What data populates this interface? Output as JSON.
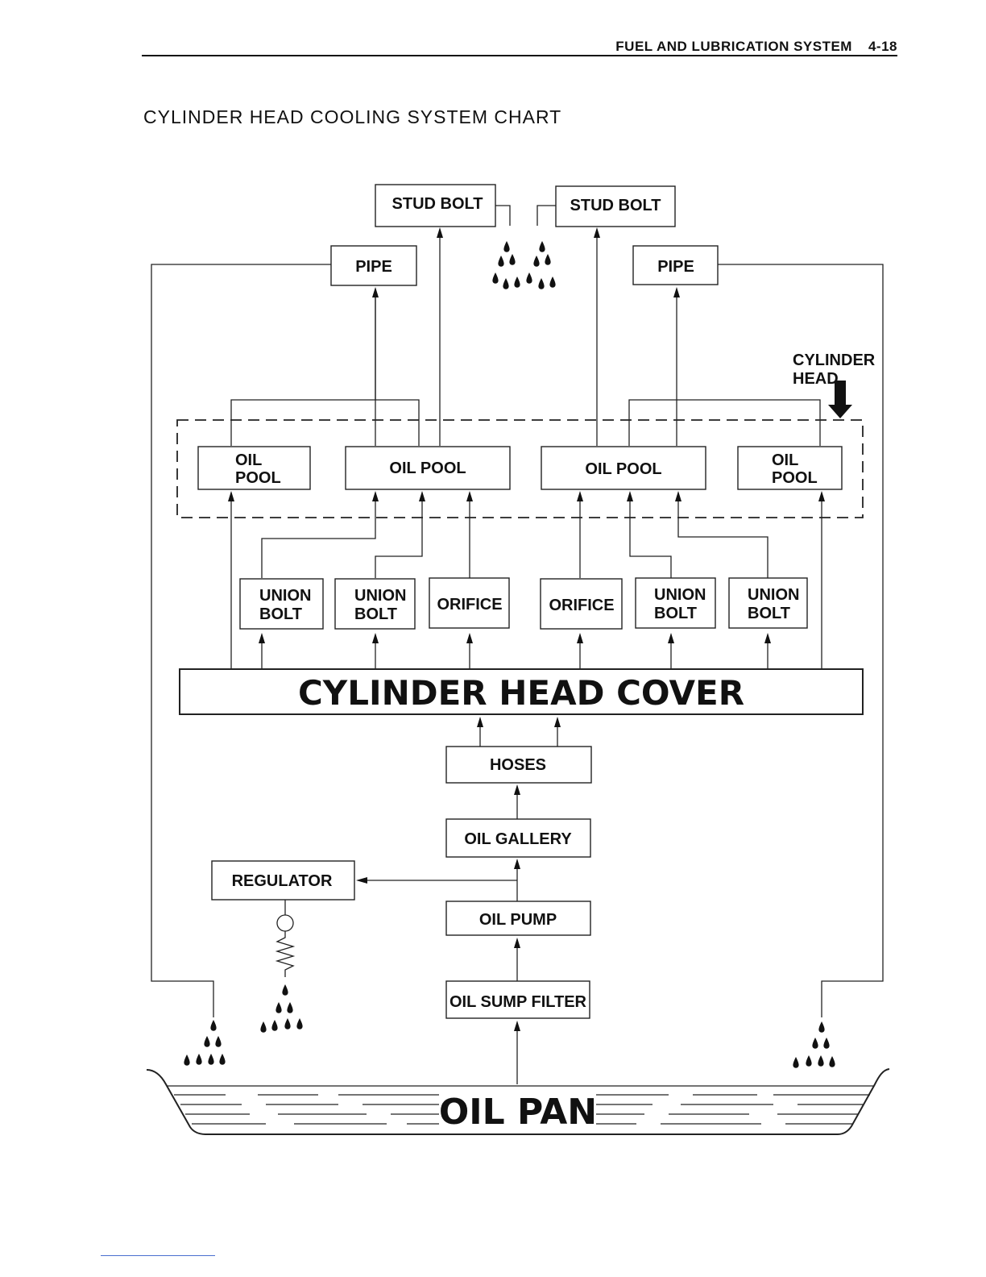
{
  "header": {
    "section": "FUEL AND LUBRICATION SYSTEM",
    "page": "4-18"
  },
  "title": "CYLINDER HEAD COOLING SYSTEM CHART",
  "diagram": {
    "stud_bolt_left": "STUD BOLT",
    "stud_bolt_right": "STUD BOLT",
    "pipe_left": "PIPE",
    "pipe_right": "PIPE",
    "cylinder_head_label_1": "CYLINDER",
    "cylinder_head_label_2": "HEAD",
    "oil_pool_1_line1": "OIL",
    "oil_pool_1_line2": "POOL",
    "oil_pool_2": "OIL POOL",
    "oil_pool_3": "OIL POOL",
    "oil_pool_4_line1": "OIL",
    "oil_pool_4_line2": "POOL",
    "union_bolt_1_line1": "UNION",
    "union_bolt_1_line2": "BOLT",
    "union_bolt_2_line1": "UNION",
    "union_bolt_2_line2": "BOLT",
    "orifice_1": "ORIFICE",
    "orifice_2": "ORIFICE",
    "union_bolt_3_line1": "UNION",
    "union_bolt_3_line2": "BOLT",
    "union_bolt_4_line1": "UNION",
    "union_bolt_4_line2": "BOLT",
    "cylinder_head_cover": "CYLINDER HEAD COVER",
    "hoses": "HOSES",
    "oil_gallery": "OIL GALLERY",
    "regulator": "REGULATOR",
    "oil_pump": "OIL PUMP",
    "oil_sump_filter": "OIL SUMP FILTER",
    "oil_pan": "OIL PAN"
  }
}
